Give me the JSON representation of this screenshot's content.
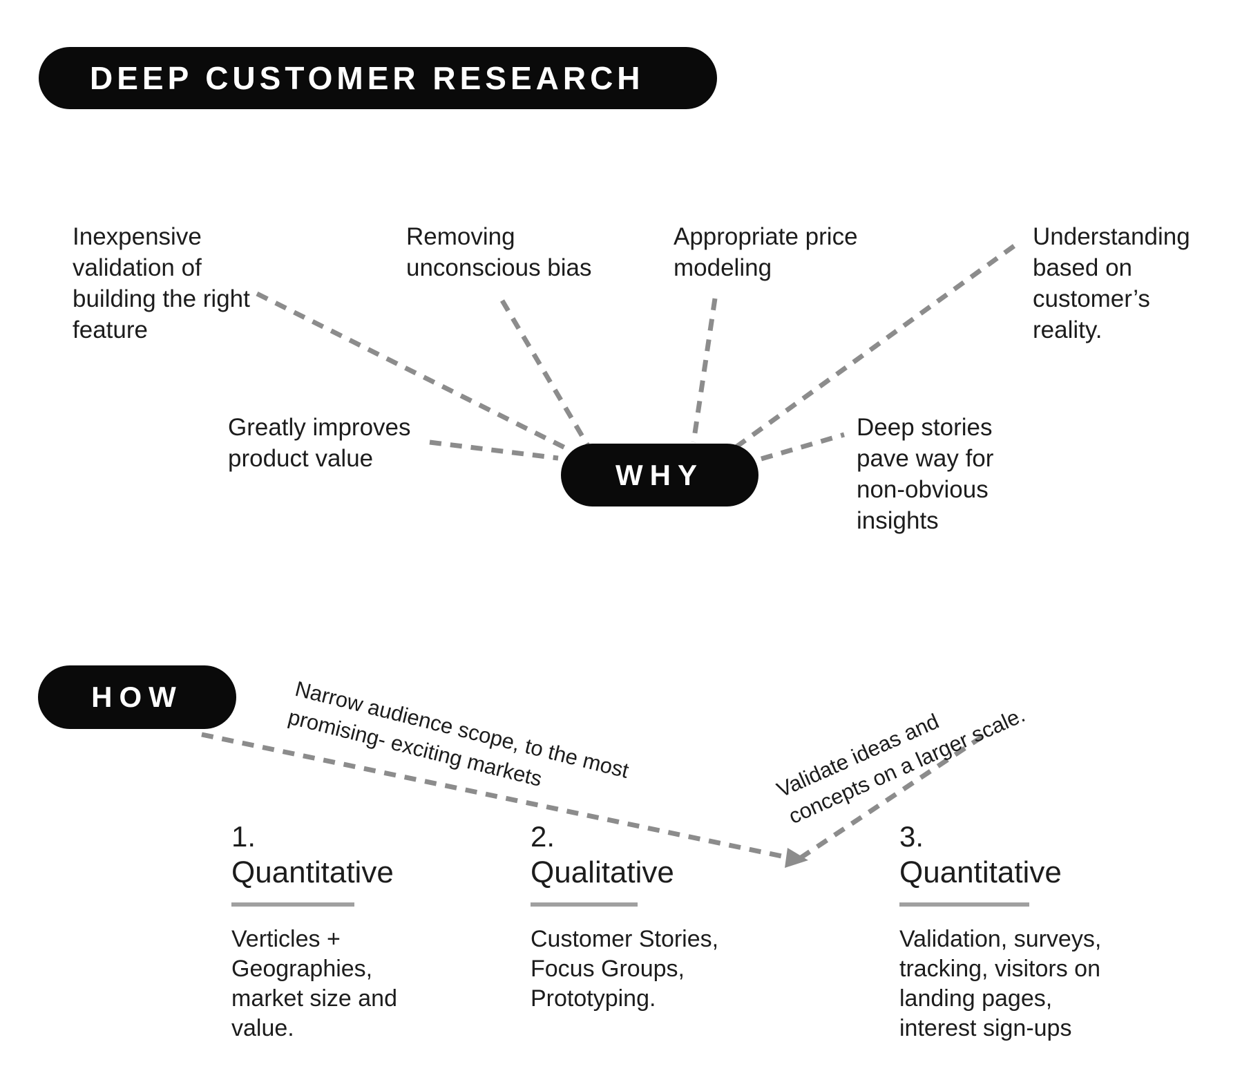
{
  "title": "DEEP CUSTOMER RESEARCH",
  "why": {
    "label": "WHY",
    "reasons": [
      {
        "text": "Inexpensive\nvalidation of\nbuilding the right\nfeature"
      },
      {
        "text": "Removing\nunconscious bias"
      },
      {
        "text": "Appropriate price\nmodeling"
      },
      {
        "text": "Understanding\nbased on\ncustomer’s\nreality."
      },
      {
        "text": "Greatly improves\nproduct value"
      },
      {
        "text": "Deep stories\npave way for\nnon-obvious\ninsights"
      }
    ]
  },
  "how": {
    "label": "HOW",
    "annotations": [
      {
        "text": "Narrow audience scope, to the most\npromising- exciting markets"
      },
      {
        "text": "Validate ideas and\nconcepts on a larger scale."
      }
    ],
    "steps": [
      {
        "number": "1.",
        "title": "Quantitative",
        "details": "Verticles +\nGeographies,\nmarket size and\nvalue."
      },
      {
        "number": "2.",
        "title": "Qualitative",
        "details": "Customer Stories,\nFocus Groups,\nPrototyping."
      },
      {
        "number": "3.",
        "title": "Quantitative",
        "details": "Validation, surveys,\ntracking, visitors on\nlanding pages,\ninterest sign-ups"
      }
    ]
  },
  "colors": {
    "background": "#ffffff",
    "pill": "#0a0a0a",
    "pill_text": "#ffffff",
    "body_text": "#1c1c1c",
    "dash": "#8c8c8c",
    "underline": "#a0a0a0"
  }
}
